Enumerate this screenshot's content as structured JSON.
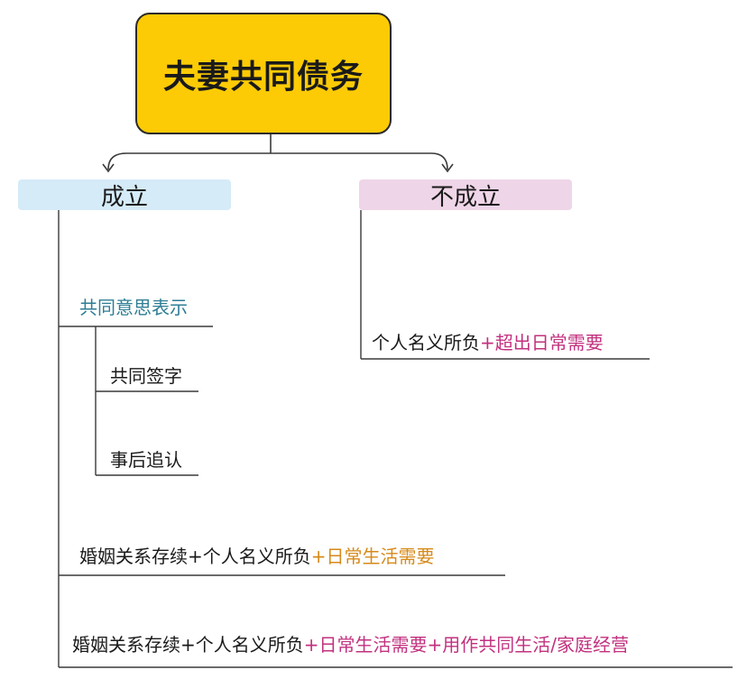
{
  "root": {
    "title": "夫妻共同债务"
  },
  "branches": {
    "yes": {
      "label": "成立",
      "color": "#d5ebf8",
      "intent": {
        "label": "共同意思表示",
        "children": [
          "共同签字",
          "事后追认"
        ]
      },
      "case2": {
        "prefix": "婚姻关系存续+个人名义所负",
        "highlight": "+日常生活需要",
        "highlight_color": "#d68a1a"
      },
      "case3": {
        "prefix": "婚姻关系存续+个人名义所负",
        "highlight": "+日常生活需要+用作共同生活/家庭经营",
        "highlight_color": "#c2317f"
      }
    },
    "no": {
      "label": "不成立",
      "color": "#efd5e8",
      "case1": {
        "prefix": "个人名义所负",
        "highlight": "+超出日常需要",
        "highlight_color": "#c2317f"
      }
    }
  },
  "colors": {
    "root_fill": "#fccb05",
    "root_border": "#2a2a2a",
    "line": "#3a3a3a"
  }
}
